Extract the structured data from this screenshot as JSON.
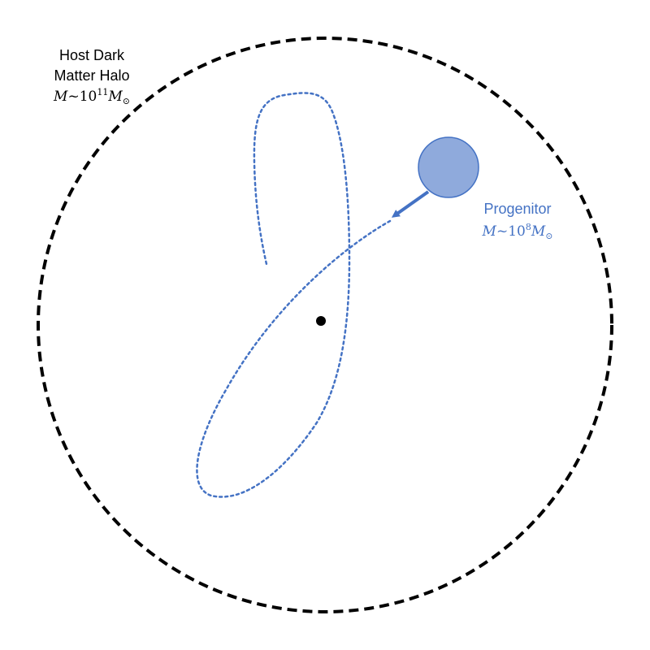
{
  "host_label": {
    "line1": "Host Dark",
    "line2": "Matter Halo",
    "mass_symbol": "M",
    "mass_tilde": "~",
    "mass_base": "10",
    "mass_exponent": "11",
    "mass_unit": "M",
    "mass_sub": "⊙"
  },
  "progenitor_label": {
    "name": "Progenitor",
    "mass_symbol": "M",
    "mass_tilde": "~",
    "mass_base": "10",
    "mass_exponent": "8",
    "mass_unit": "M",
    "mass_sub": "⊙"
  },
  "colors": {
    "halo_stroke": "#000000",
    "orbit_stroke": "#4472c4",
    "progenitor_fill": "#8faadc",
    "progenitor_stroke": "#4472c4",
    "arrow": "#4472c4",
    "progenitor_text": "#4472c4",
    "center": "#000000"
  }
}
